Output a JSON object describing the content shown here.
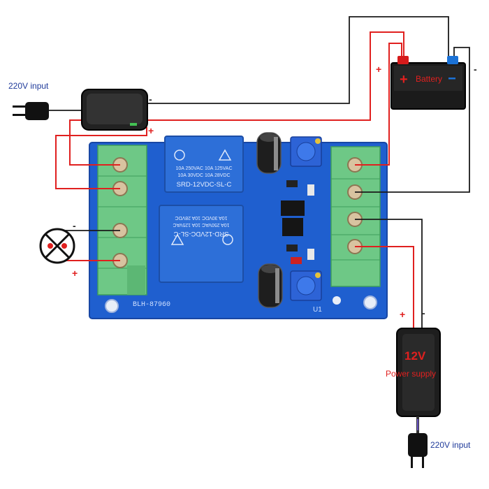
{
  "labels": {
    "input_top": "220V input",
    "input_bottom": "220V input",
    "battery": "Battery",
    "supply_voltage": "12V",
    "supply_name": "Power supply",
    "board_id": "BLH-87960",
    "board_tag": "U1"
  },
  "relay_top": {
    "line1": "10A 250VAC  10A 125VAC",
    "line2": "10A  30VDC  10A  28VDC",
    "model": "SRD-12VDC-SL-C"
  },
  "relay_bottom": {
    "line1": "10A 250VAC  10A 125VAC",
    "line2": "10A  30VDC  10A  28VDC",
    "model": "SRD-12VDC-SL-C"
  },
  "signs": {
    "plus": "+",
    "minus": "-"
  },
  "colors": {
    "wire_red": "#e0201f",
    "wire_black": "#1a1a1a",
    "pcb_blue": "#1f5fcf",
    "terminal_green": "#6ec886",
    "relay_blue": "#2d6fd8",
    "battery_body": "#1b1b1b",
    "battery_plus": "#d61b1b",
    "battery_minus": "#1b72d6"
  }
}
